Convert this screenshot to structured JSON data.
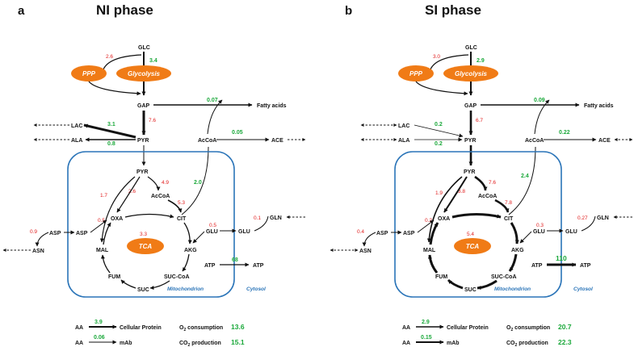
{
  "colors": {
    "flux_red": "#e11d1d",
    "flux_green": "#1aa83a",
    "mito_blue": "#2a74b8",
    "ellipse_orange": "#f07b16"
  },
  "panels": [
    {
      "letter": "a",
      "title": "NI phase",
      "nodes": {
        "glc": "GLC",
        "ppp": "PPP",
        "glycolysis": "Glycolysis",
        "gap": "GAP",
        "fatty_acids": "Fatty acids",
        "lac": "LAC",
        "ala": "ALA",
        "pyr": "PYR",
        "accoa_cyto": "AcCoA",
        "ace": "ACE",
        "pyr_mito": "PYR",
        "accoa_mito": "AcCoA",
        "oxa": "OXA",
        "cit": "CIT",
        "mal": "MAL",
        "fum": "FUM",
        "suc": "SUC",
        "succoa": "SUC-CoA",
        "akg": "AKG",
        "tca": "TCA",
        "glu_mito": "GLU",
        "glu_cyto": "GLU",
        "gln": "GLN",
        "asp_cyto": "ASP",
        "asp_mito": "ASP",
        "asn": "ASN",
        "atp_in": "ATP",
        "atp_out": "ATP",
        "mitochondrion": "Mitochondrion",
        "cytosol": "Cytosol"
      },
      "fluxes": {
        "glc_ppp": "2.6",
        "glc_glycolysis": "3.4",
        "gap_pyr": "7.6",
        "gap_fa": "0.07",
        "pyr_lac": "3.1",
        "pyr_ala": "0.8",
        "accoa_ace": "0.05",
        "cit_accoa": "2.0",
        "pyr_mal": "1.7",
        "pyr_accoa": "2.6",
        "pyr_accoa_top": "4.9",
        "accoa_cit": "5.3",
        "mal_oxa": "0.5",
        "tca": "3.3",
        "akg_glu": "0.5",
        "glu_gln": "0.1",
        "asp_asn": "0.9",
        "atp": "68"
      },
      "summary": {
        "aa1": "AA",
        "cellular_protein": "Cellular Protein",
        "protein_flux": "3.9",
        "aa2": "AA",
        "mab": "mAb",
        "mab_flux": "0.06",
        "o2_label": "O",
        "o2_sub": "2",
        "o2_suffix": " consumption",
        "o2_value": "13.6",
        "co2_label": "CO",
        "co2_sub": "2",
        "co2_suffix": " production",
        "co2_value": "15.1"
      }
    },
    {
      "letter": "b",
      "title": "SI phase",
      "nodes": {
        "glc": "GLC",
        "ppp": "PPP",
        "glycolysis": "Glycolysis",
        "gap": "GAP",
        "fatty_acids": "Fatty acids",
        "lac": "LAC",
        "ala": "ALA",
        "pyr": "PYR",
        "accoa_cyto": "AcCoA",
        "ace": "ACE",
        "pyr_mito": "PYR",
        "accoa_mito": "AcCoA",
        "oxa": "OXA",
        "cit": "CIT",
        "mal": "MAL",
        "fum": "FUM",
        "suc": "SUC",
        "succoa": "SUC-CoA",
        "akg": "AKG",
        "tca": "TCA",
        "glu_mito": "GLU",
        "glu_cyto": "GLU",
        "gln": "GLN",
        "asp_cyto": "ASP",
        "asp_mito": "ASP",
        "asn": "ASN",
        "atp_in": "ATP",
        "atp_out": "ATP",
        "mitochondrion": "Mitochondrion",
        "cytosol": "Cytosol"
      },
      "fluxes": {
        "glc_ppp": "3.0",
        "glc_glycolysis": "2.9",
        "gap_pyr": "6.7",
        "gap_fa": "0.09",
        "pyr_lac": "0.2",
        "pyr_ala": "0.2",
        "accoa_ace": "0.22",
        "cit_accoa": "2.4",
        "pyr_mal": "1.9",
        "pyr_accoa": "3.8",
        "pyr_accoa_top": "7.6",
        "accoa_cit": "7.8",
        "mal_oxa": "0.2",
        "tca": "5.4",
        "akg_glu": "0.3",
        "glu_gln": "0.27",
        "asp_asn": "0.4",
        "atp": "110"
      },
      "summary": {
        "aa1": "AA",
        "cellular_protein": "Cellular Protein",
        "protein_flux": "2.9",
        "aa2": "AA",
        "mab": "mAb",
        "mab_flux": "0.15",
        "o2_label": "O",
        "o2_sub": "2",
        "o2_suffix": " consumption",
        "o2_value": "20.7",
        "co2_label": "CO",
        "co2_sub": "2",
        "co2_suffix": " production",
        "co2_value": "22.3"
      }
    }
  ]
}
